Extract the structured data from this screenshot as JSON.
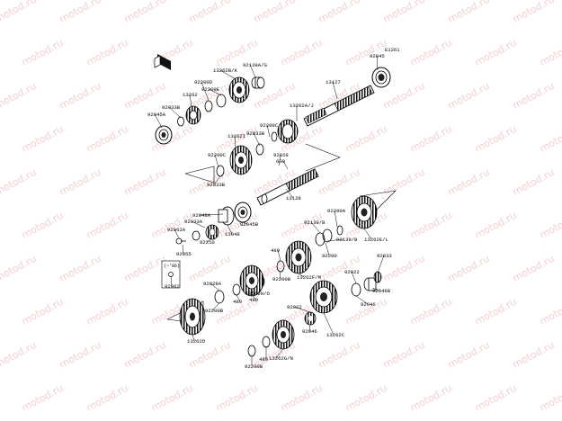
{
  "diagram_code": "E1261",
  "watermark": "motod.ru",
  "parts": [
    {
      "id": "p01",
      "label": "92045"
    },
    {
      "id": "p02",
      "label": "92139A/G"
    },
    {
      "id": "p03",
      "label": "13262B/K"
    },
    {
      "id": "p04",
      "label": "92200D"
    },
    {
      "id": "p05",
      "label": "92200E"
    },
    {
      "id": "p06",
      "label": "13262"
    },
    {
      "id": "p07",
      "label": "92033B"
    },
    {
      "id": "p08",
      "label": "92045A"
    },
    {
      "id": "p09",
      "label": "13127"
    },
    {
      "id": "p10",
      "label": "13262A/J"
    },
    {
      "id": "p11",
      "label": "92200C"
    },
    {
      "id": "p12",
      "label": "13262I"
    },
    {
      "id": "p13",
      "label": "92033B"
    },
    {
      "id": "p14",
      "label": "92028"
    },
    {
      "id": "p15",
      "label": "600"
    },
    {
      "id": "p16",
      "label": "92200C"
    },
    {
      "id": "p17",
      "label": "92033B"
    },
    {
      "id": "p18",
      "label": "13128"
    },
    {
      "id": "p19",
      "label": "92048A"
    },
    {
      "id": "p20",
      "label": "92033A"
    },
    {
      "id": "p21",
      "label": "92045B"
    },
    {
      "id": "p22",
      "label": "13048"
    },
    {
      "id": "p23",
      "label": "92210"
    },
    {
      "id": "p24",
      "label": "92062A"
    },
    {
      "id": "p25",
      "label": "92055"
    },
    {
      "id": "p26",
      "label": "92200A"
    },
    {
      "id": "p27",
      "label": "92139/B"
    },
    {
      "id": "p28",
      "label": "92139/B"
    },
    {
      "id": "p29",
      "label": "13262E/L"
    },
    {
      "id": "p30",
      "label": "480"
    },
    {
      "id": "p31",
      "label": "92200"
    },
    {
      "id": "p32",
      "label": "92033"
    },
    {
      "id": "p33",
      "label": "92022"
    },
    {
      "id": "p34",
      "label": "92046B"
    },
    {
      "id": "p35",
      "label": "92046"
    },
    {
      "id": "p36",
      "label": "92028A"
    },
    {
      "id": "p37",
      "label": "480"
    },
    {
      "id": "p38",
      "label": "92200B"
    },
    {
      "id": "p39",
      "label": "13262F/M"
    },
    {
      "id": "p40",
      "label": "92200B"
    },
    {
      "id": "p41",
      "label": "480"
    },
    {
      "id": "p42",
      "label": "13262H/O"
    },
    {
      "id": "p43",
      "label": "13262D"
    },
    {
      "id": "p44",
      "label": "92022"
    },
    {
      "id": "p45",
      "label": "92046"
    },
    {
      "id": "p46",
      "label": "13262C"
    },
    {
      "id": "p47",
      "label": "480"
    },
    {
      "id": "p48",
      "label": "13262G/N"
    },
    {
      "id": "p49",
      "label": "92200B"
    },
    {
      "id": "p50",
      "label": "92062"
    }
  ],
  "inset": {
    "label": "(~'06)"
  }
}
